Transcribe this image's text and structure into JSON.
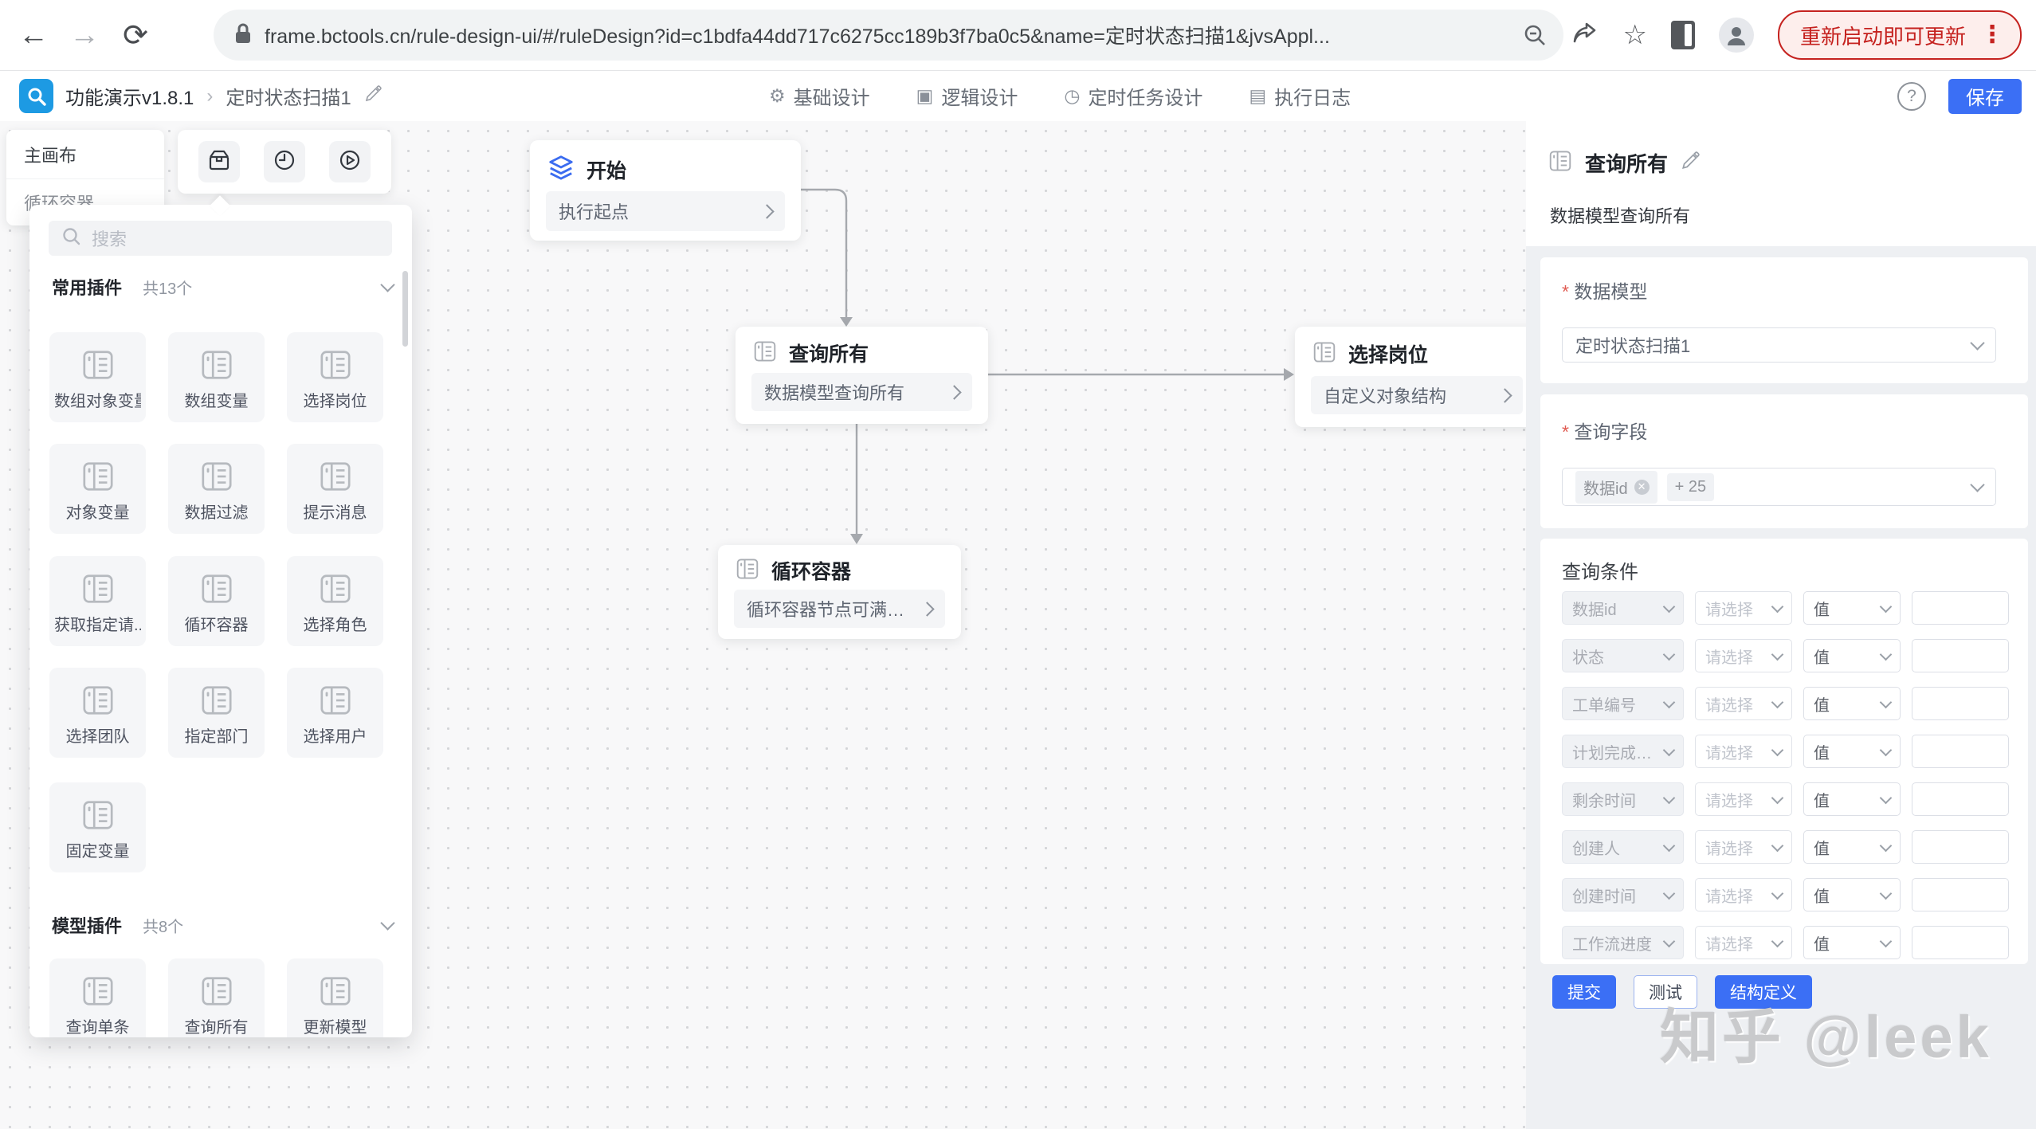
{
  "browser": {
    "url": "frame.bctools.cn/rule-design-ui/#/ruleDesign?id=c1bdfa44dd717c6275cc189b3f7ba0c5&name=定时状态扫描1&jvsAppl...",
    "update_button": "重新启动即可更新"
  },
  "header": {
    "app_name": "功能演示v1.8.1",
    "breadcrumb_current": "定时状态扫描1",
    "tabs": [
      {
        "label": "基础设计",
        "icon": "gear-icon"
      },
      {
        "label": "逻辑设计",
        "icon": "design-icon"
      },
      {
        "label": "定时任务设计",
        "icon": "clock-icon"
      },
      {
        "label": "执行日志",
        "icon": "log-icon"
      }
    ],
    "save_label": "保存"
  },
  "left_panel": {
    "canvas_items": [
      "主画布",
      "循环容器"
    ],
    "search_placeholder": "搜索",
    "sections": [
      {
        "title": "常用插件",
        "count": "共13个",
        "items": [
          "数组对象变量",
          "数组变量",
          "选择岗位",
          "对象变量",
          "数据过滤",
          "提示消息",
          "获取指定请...",
          "循环容器",
          "选择角色",
          "选择团队",
          "指定部门",
          "选择用户",
          "固定变量"
        ]
      },
      {
        "title": "模型插件",
        "count": "共8个",
        "items": [
          "查询单条",
          "查询所有",
          "更新模型"
        ]
      }
    ]
  },
  "flow": {
    "nodes": [
      {
        "id": "start",
        "title": "开始",
        "subtitle": "执行起点"
      },
      {
        "id": "query-all",
        "title": "查询所有",
        "subtitle": "数据模型查询所有"
      },
      {
        "id": "select-post",
        "title": "选择岗位",
        "subtitle": "自定义对象结构"
      },
      {
        "id": "loop-container",
        "title": "循环容器",
        "subtitle": "循环容器节点可满足循..."
      }
    ]
  },
  "inspector": {
    "title": "查询所有",
    "description": "数据模型查询所有",
    "model_label": "数据模型",
    "model_value": "定时状态扫描1",
    "fields_label": "查询字段",
    "field_tag": "数据id",
    "field_more": "+ 25",
    "conditions_label": "查询条件",
    "condition_placeholder": "请选择",
    "condition_value_label": "值",
    "condition_fields": [
      "数据id",
      "状态",
      "工单编号",
      "计划完成时间",
      "剩余时间",
      "创建人",
      "创建时间",
      "工作流进度"
    ],
    "buttons": [
      {
        "label": "提交",
        "style": "primary"
      },
      {
        "label": "测试",
        "style": "plain"
      },
      {
        "label": "结构定义",
        "style": "primary"
      }
    ]
  },
  "watermark": "知乎 @leek",
  "colors": {
    "primary": "#3b6ff5",
    "danger": "#c5221f",
    "node_icon_blue": "#3b6cf0"
  }
}
